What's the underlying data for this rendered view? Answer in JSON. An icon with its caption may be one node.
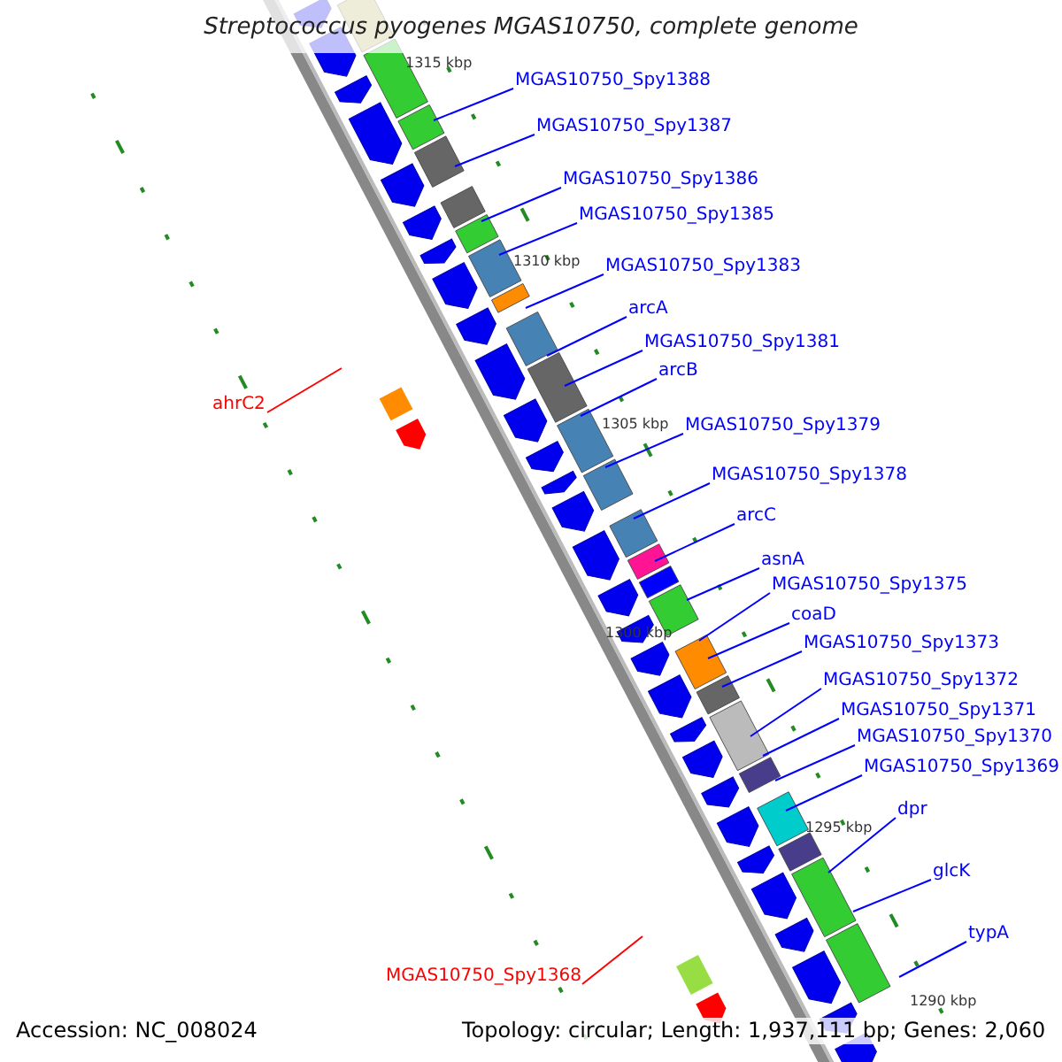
{
  "diagram": {
    "title": "Streptococcus pyogenes MGAS10750, complete genome",
    "nodes": [
      {
        "text": [
          "MGAS10750_Spy1388"
        ]
      },
      {
        "text": [
          "MGAS10750_Spy1387"
        ]
      },
      {
        "text": [
          "MGAS10750_Spy1386"
        ]
      },
      {
        "text": [
          "MGAS10750_Spy1385"
        ]
      },
      {
        "text": [
          "MGAS10750_Spy1383"
        ]
      },
      {
        "text": [
          "arcA"
        ]
      },
      {
        "text": [
          "MGAS10750_Spy1381"
        ]
      },
      {
        "text": [
          "arcB"
        ]
      },
      {
        "text": [
          "ahrC2"
        ]
      },
      {
        "text": [
          "MGAS10750_Spy1379"
        ]
      },
      {
        "text": [
          "MGAS10750_Spy1378"
        ]
      },
      {
        "text": [
          "arcC"
        ]
      },
      {
        "text": [
          "asnA"
        ]
      },
      {
        "text": [
          "MGAS10750_Spy1375"
        ]
      },
      {
        "text": [
          "coaD"
        ]
      },
      {
        "text": [
          "MGAS10750_Spy1373"
        ]
      },
      {
        "text": [
          "MGAS10750_Spy1372"
        ]
      },
      {
        "text": [
          "MGAS10750_Spy1371"
        ]
      },
      {
        "text": [
          "MGAS10750_Spy1370"
        ]
      },
      {
        "text": [
          "MGAS10750_Spy1369"
        ]
      },
      {
        "text": [
          "dpr"
        ]
      },
      {
        "text": [
          "glcK"
        ]
      },
      {
        "text": [
          "typA"
        ]
      },
      {
        "text": [
          "MGAS10750_Spy1368"
        ]
      }
    ],
    "edges": [
      {
        "from": 0,
        "to": null,
        "arrow": "none"
      },
      {
        "from": 1,
        "to": null,
        "arrow": "none"
      },
      {
        "from": 2,
        "to": null,
        "arrow": "none"
      },
      {
        "from": 3,
        "to": null,
        "arrow": "none"
      },
      {
        "from": 4,
        "to": null,
        "arrow": "none"
      },
      {
        "from": 5,
        "to": null,
        "arrow": "none"
      },
      {
        "from": 6,
        "to": null,
        "arrow": "none"
      },
      {
        "from": 7,
        "to": null,
        "arrow": "none"
      },
      {
        "from": 8,
        "to": null,
        "arrow": "none",
        "color": "#ff0000"
      },
      {
        "from": 9,
        "to": null,
        "arrow": "none"
      },
      {
        "from": 10,
        "to": null,
        "arrow": "none"
      },
      {
        "from": 11,
        "to": null,
        "arrow": "none"
      },
      {
        "from": 12,
        "to": null,
        "arrow": "none"
      },
      {
        "from": 13,
        "to": null,
        "arrow": "none"
      },
      {
        "from": 14,
        "to": null,
        "arrow": "none"
      },
      {
        "from": 15,
        "to": null,
        "arrow": "none"
      },
      {
        "from": 16,
        "to": null,
        "arrow": "none"
      },
      {
        "from": 17,
        "to": null,
        "arrow": "none"
      },
      {
        "from": 18,
        "to": null,
        "arrow": "none"
      },
      {
        "from": 19,
        "to": null,
        "arrow": "none"
      },
      {
        "from": 20,
        "to": null,
        "arrow": "none"
      },
      {
        "from": 21,
        "to": null,
        "arrow": "none"
      },
      {
        "from": 22,
        "to": null,
        "arrow": "none"
      },
      {
        "from": 23,
        "to": null,
        "arrow": "none",
        "color": "#ff0000"
      }
    ],
    "labels": [
      "1315 kbp",
      "1310 kbp",
      "1305 kbp",
      "1300 kbp",
      "1295 kbp",
      "1290 kbp",
      "Accession: NC_008024",
      "Topology: circular; Length: 1,937,111 bp; Genes: 2,060"
    ]
  }
}
